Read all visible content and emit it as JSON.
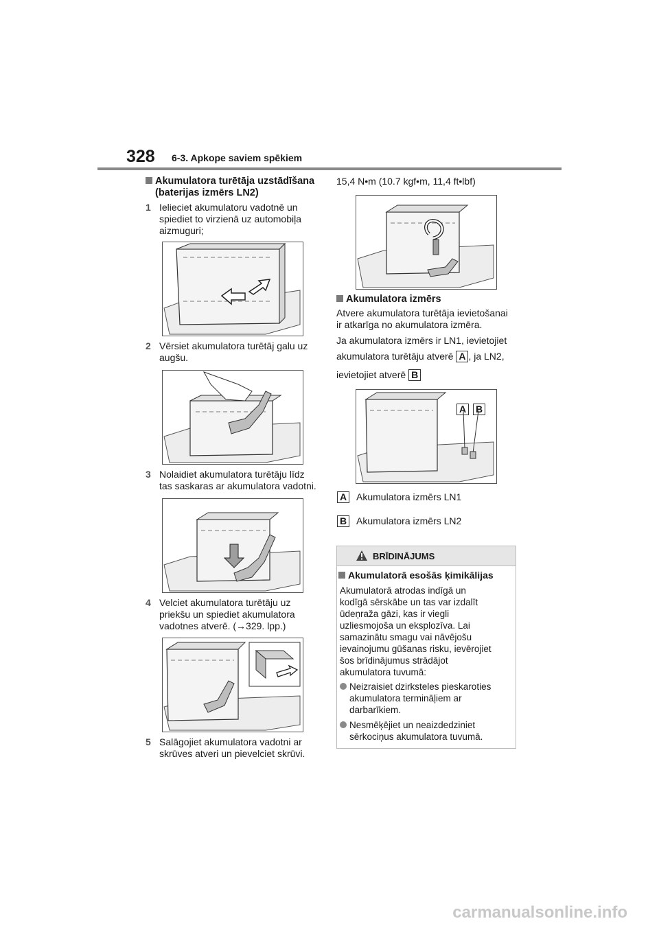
{
  "header": {
    "page_number": "328",
    "section": "6-3. Apkope saviem spēkiem"
  },
  "left": {
    "heading_line1": "Akumulatora turētāja uzstādīšana",
    "heading_line2": "(baterijas izmērs LN2)",
    "steps": [
      {
        "num": "1",
        "lines": [
          "Ielieciet akumulatoru vadotnē un",
          "spiediet to virzienā uz automobiļa",
          "aizmuguri;"
        ]
      },
      {
        "num": "2",
        "lines": [
          "Vērsiet akumulatora turētāj galu uz",
          "augšu."
        ]
      },
      {
        "num": "3",
        "lines": [
          "Nolaidiet akumulatora turētāju līdz",
          "tas saskaras ar akumulatora vadotni."
        ]
      },
      {
        "num": "4",
        "lines": [
          "Velciet akumulatora turētāju uz",
          "priekšu un spiediet akumulatora",
          "vadotnes atverē. (→329. lpp.)"
        ]
      },
      {
        "num": "5",
        "lines": [
          "Salāgojiet akumulatora vadotni ar",
          "skrūves atveri un pievelciet skrūvi."
        ]
      }
    ]
  },
  "right": {
    "torque": "15,4 N•m (10.7 kgf•m, 11,4 ft•lbf)",
    "size_heading": "Akumulatora izmērs",
    "size_para_line1": "Atvere akumulatora turētāja ievietošanai",
    "size_para_line2": "ir atkarīga no akumulatora izmēra.",
    "size_para2_line1": "Ja akumulatora izmērs ir LN1, ievietojiet",
    "size_para2_line2a": "akumulatora turētāju atverē",
    "size_para2_line2b": ", ja LN2,",
    "size_para2_line3": "ievietojiet atverē",
    "label_a": "A",
    "label_b": "B",
    "legend_a": "Akumulatora izmērs LN1",
    "legend_b": "Akumulatora izmērs LN2"
  },
  "warning": {
    "title": "BRĪDINĀJUMS",
    "subheading": "Akumulatorā esošās ķimikālijas",
    "body_lines": [
      "Akumulatorā atrodas indīgā un",
      "kodīgā sērskābe un tas var izdalīt",
      "ūdeņraža gāzi, kas ir viegli",
      "uzliesmojoša un eksplozīva. Lai",
      "samazinātu smagu vai nāvējošu",
      "ievainojumu gūšanas risku, ievērojiet",
      "šos brīdinājumus strādājot",
      "akumulatora tuvumā:"
    ],
    "bullets": [
      [
        "Neizraisiet dzirksteles pieskaroties",
        "akumulatora termināļiem ar",
        "darbarīkiem."
      ],
      [
        "Nesmēķējiet un neaizdedziniet",
        "sērkociņus akumulatora tuvumā."
      ]
    ]
  },
  "watermark": "carmanualsonline.info"
}
